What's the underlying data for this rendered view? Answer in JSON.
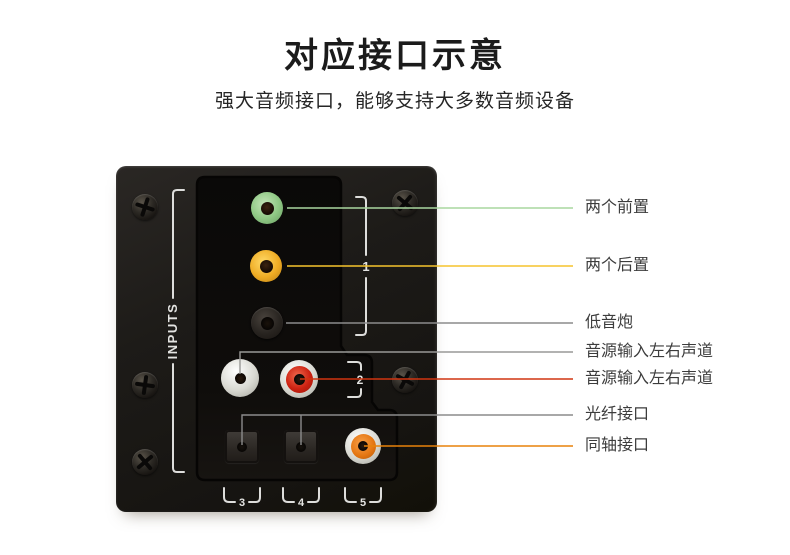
{
  "header": {
    "title": "对应接口示意",
    "subtitle": "强大音频接口，能够支持大多数音频设备"
  },
  "panel": {
    "inputs_label": "INPUTS",
    "group_numbers": [
      "1",
      "2",
      "3",
      "4",
      "5"
    ],
    "jacks": [
      {
        "name": "front-speakers-jack",
        "type": "3.5mm",
        "color": "#90c985"
      },
      {
        "name": "rear-speakers-jack",
        "type": "3.5mm",
        "color": "#efac24"
      },
      {
        "name": "subwoofer-jack",
        "type": "3.5mm",
        "color": "#282420"
      },
      {
        "name": "rca-left-white-jack",
        "type": "RCA",
        "color": "#ececec"
      },
      {
        "name": "rca-right-red-jack",
        "type": "RCA",
        "color": "#cd2212"
      },
      {
        "name": "optical-port-1",
        "type": "toslink",
        "color": "#2b2723"
      },
      {
        "name": "optical-port-2",
        "type": "toslink",
        "color": "#2b2723"
      },
      {
        "name": "coaxial-jack",
        "type": "RCA",
        "color": "#e47612"
      }
    ]
  },
  "annotations": [
    {
      "label": "两个前置",
      "line_color": "#a9d79f"
    },
    {
      "label": "两个后置",
      "line_color": "#f6c42d"
    },
    {
      "label": "低音炮",
      "line_color": "#8c8c8c"
    },
    {
      "label": "音源输入左右声道",
      "line_color": "#999997"
    },
    {
      "label": "音源输入左右声道",
      "line_color": "#d03510"
    },
    {
      "label": "光纤接口",
      "line_color": "#8c8c8c"
    },
    {
      "label": "同轴接口",
      "line_color": "#e8820a"
    }
  ]
}
